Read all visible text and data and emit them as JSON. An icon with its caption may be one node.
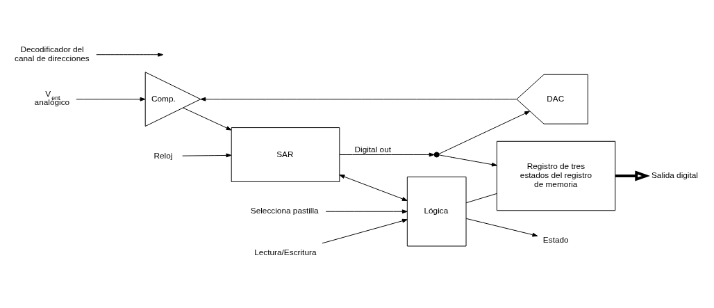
{
  "diagram": {
    "nodes": [
      {
        "text": [
          "V$_{ent}$ analógico"
        ]
      },
      {
        "text": [
          "Comp."
        ]
      },
      {
        "text": [
          "Reloj"
        ]
      },
      {
        "text": [
          "SAR"
        ]
      },
      {
        "text": [
          "Lógica"
        ]
      },
      {
        "text": [
          "Decodificador del canal de direcciones"
        ]
      },
      {
        "text": [
          "Selecciona pastilla"
        ]
      },
      {
        "text": [
          "Lectura/Escritura"
        ]
      },
      {
        "text": [
          "Estado"
        ]
      },
      {
        "text": [],
        "shape": "circle"
      },
      {
        "text": [
          "DAC"
        ]
      },
      {
        "text": [
          "Registro de tres estados del registro de memoria"
        ]
      },
      {
        "text": [
          "Salida digital"
        ]
      }
    ],
    "edges": [
      {
        "from": 0,
        "to": 1,
        "arrow": "to"
      },
      {
        "from": 1,
        "to": 3,
        "arrow": "to"
      },
      {
        "from": 2,
        "to": 3,
        "arrow": "to"
      },
      {
        "from": 3,
        "to": 4,
        "arrow": "both"
      },
      {
        "from": 5,
        "to": null,
        "arrow": "to"
      },
      {
        "from": 6,
        "to": 4,
        "arrow": "to"
      },
      {
        "from": 7,
        "to": 4,
        "arrow": "to"
      },
      {
        "from": 4,
        "to": 8,
        "arrow": "to"
      },
      {
        "from": 3,
        "to": 9,
        "arrow": "to",
        "label": "Digital out"
      },
      {
        "from": 9,
        "to": 10,
        "arrow": "to"
      },
      {
        "from": 9,
        "to": 11,
        "arrow": "to"
      },
      {
        "from": 4,
        "to": 11,
        "arrow": "none"
      },
      {
        "from": 10,
        "to": 1,
        "arrow": "to"
      },
      {
        "from": 11,
        "to": 12,
        "arrow": "to",
        "style": "thick"
      }
    ]
  }
}
